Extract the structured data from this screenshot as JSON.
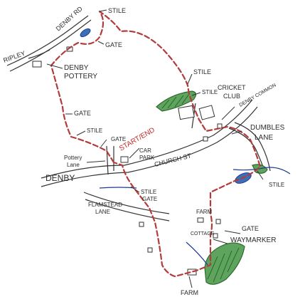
{
  "labels": {
    "denby_road": "DENBY RD",
    "ripley": "RIPLEY",
    "stile_top": "STILE",
    "gate_top": "GATE",
    "denby_pottery": "DENBY\nPOTTERY",
    "stile_mid": "STILE",
    "stile_cricket": "STILE",
    "cricket_club": "CRICKET\nCLUB",
    "denby_common": "DENBY\nCOMMON",
    "dumbles_lane": "DUMBLES\nLANE",
    "gate_left": "GATE",
    "stile_left": "STILE",
    "gate_left2": "GATE",
    "start_end": "START/END",
    "car_park": "CAR\nPARK",
    "pottery_lane": "Pottery\nLane",
    "church_st": "CHURCH ST",
    "denby": "DENBY",
    "stile_gate": "STILE\nGATE",
    "flamstead_lane": "FLAMSTEAD\nLANE",
    "stile_right": "STILE",
    "farm_mid": "FARM",
    "gate_right": "GATE",
    "cottage": "COTTAGE",
    "waymarker": "WAYMARKER",
    "farm_bottom": "FARM"
  },
  "colors": {
    "route": "#b23b3b",
    "woodland": "#5ea35e",
    "water": "#3b6fb6",
    "start_label": "#c62828"
  }
}
